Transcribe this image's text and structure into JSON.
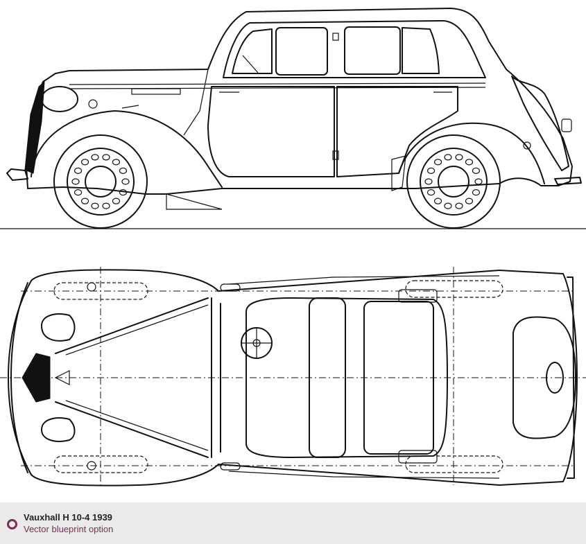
{
  "footer": {
    "title": "Vauxhall H 10-4 1939",
    "subtitle": "Vector blueprint option",
    "bullet_icon": "ring-bullet-icon",
    "accent_color": "#7a2f55",
    "background_color": "#eaeaea"
  },
  "views": {
    "side": "side-view",
    "top": "top-view"
  }
}
